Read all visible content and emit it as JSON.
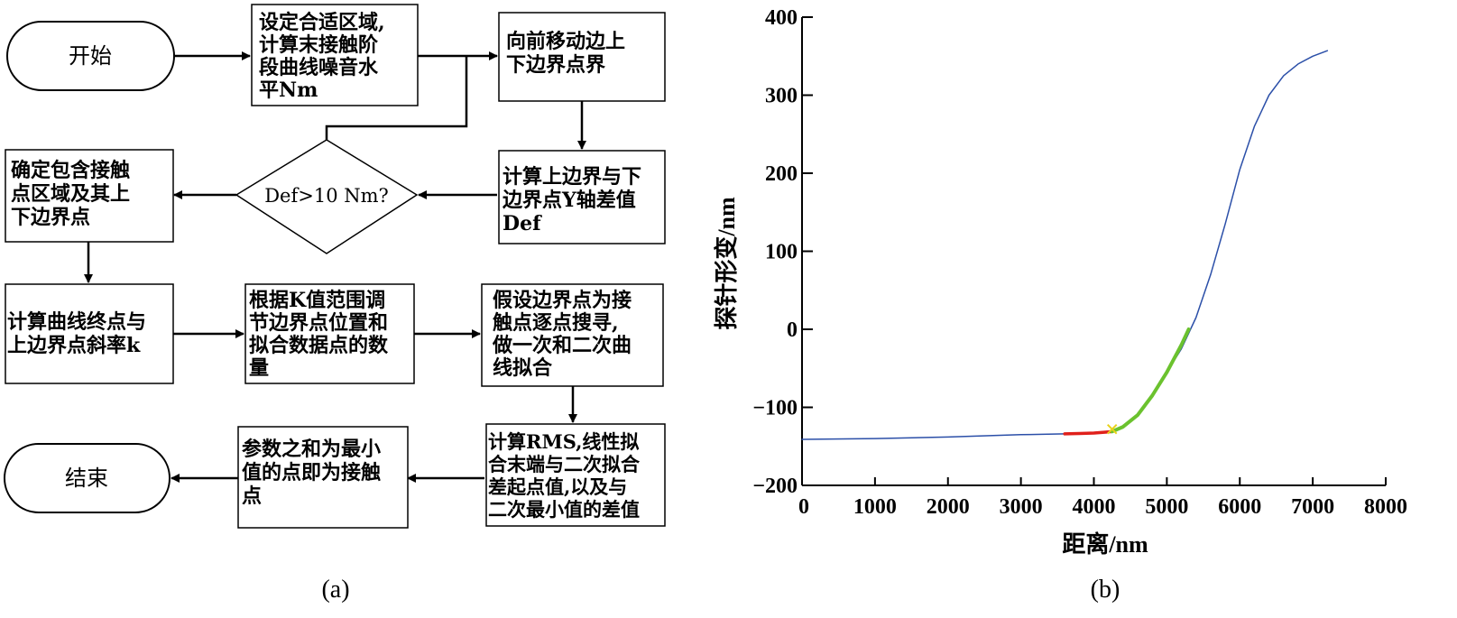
{
  "flowchart": {
    "start": "开始",
    "end": "结束",
    "decision": "Def>10 Nm?",
    "boxes": {
      "b1": [
        "设定合适区域,",
        "计算末接触阶",
        "段曲线噪音水",
        "平Nm"
      ],
      "b2": [
        "向前移动边上",
        "下边界点界"
      ],
      "b3": [
        "计算上边界与下",
        "边界点Y轴差值",
        "Def"
      ],
      "b4": [
        "确定包含接触",
        "点区域及其上",
        "下边界点"
      ],
      "b5": [
        "计算曲线终点与",
        "上边界点斜率k"
      ],
      "b6": [
        "根据K值范围调",
        "节边界点位置和",
        "拟合数据点的数",
        "量"
      ],
      "b7": [
        "假设边界点为接",
        "触点逐点搜寻,",
        "做一次和二次曲",
        "线拟合"
      ],
      "b8": [
        "计算RMS,线性拟",
        "合末端与二次拟合",
        "差起点值,以及与",
        "二次最小值的差值"
      ],
      "b9": [
        "参数之和为最小",
        "值的点即为接触",
        "点"
      ]
    }
  },
  "captions": {
    "a": "(a)",
    "b": "(b)"
  },
  "chart_data": {
    "type": "line",
    "xlabel": "距离/nm",
    "ylabel": "探针形变/nm",
    "xlim": [
      0,
      8000
    ],
    "ylim": [
      -200,
      400
    ],
    "x_ticks": [
      0,
      1000,
      2000,
      3000,
      4000,
      5000,
      6000,
      7000,
      8000
    ],
    "y_ticks": [
      -200,
      -100,
      0,
      100,
      200,
      300,
      400
    ],
    "series": [
      {
        "color": "#2b4fa8",
        "x": [
          0,
          1000,
          2000,
          3000,
          3600,
          4000,
          4250,
          4400,
          4600,
          4800,
          5000,
          5200,
          5400,
          5600,
          5800,
          6000,
          6200,
          6400,
          6600,
          6800,
          7000,
          7200
        ],
        "y": [
          -141,
          -140,
          -138,
          -135,
          -134,
          -133,
          -130,
          -125,
          -110,
          -85,
          -55,
          -25,
          15,
          70,
          135,
          205,
          260,
          300,
          325,
          340,
          350,
          357
        ]
      },
      {
        "color": "#e0201b",
        "x": [
          3600,
          3800,
          4000,
          4200,
          4250
        ],
        "y": [
          -134,
          -133.5,
          -133,
          -131.5,
          -131
        ]
      },
      {
        "color": "#6bc22e",
        "x": [
          4250,
          4400,
          4600,
          4800,
          5000,
          5200,
          5300
        ],
        "y": [
          -131,
          -125,
          -110,
          -85,
          -55,
          -20,
          0
        ]
      }
    ],
    "markers": [
      {
        "x": 4250,
        "y": -128,
        "color": "#e8d21a",
        "symbol": "x"
      }
    ]
  }
}
